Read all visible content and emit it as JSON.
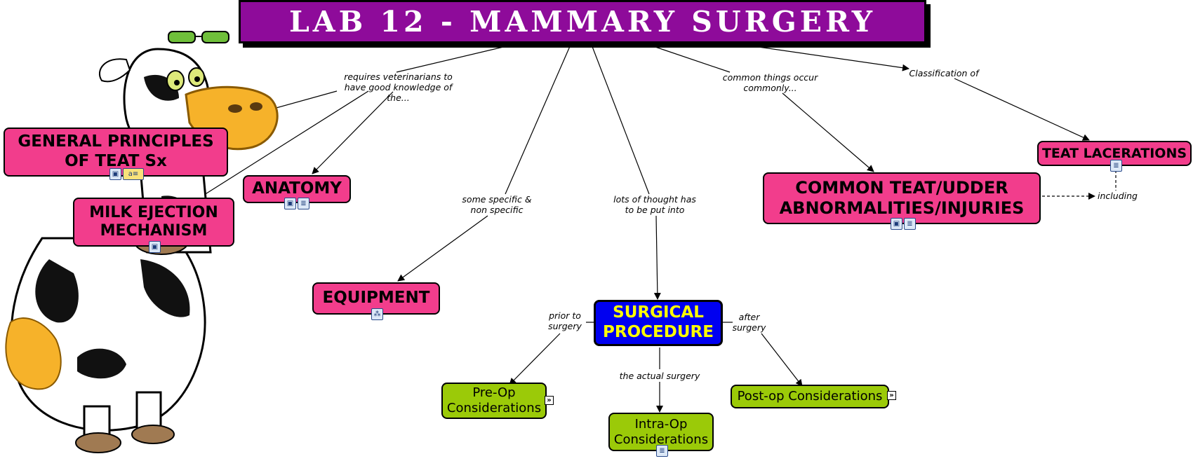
{
  "title": "LAB 12 - MAMMARY SURGERY",
  "nodes": {
    "general_principles": "GENERAL PRINCIPLES OF TEAT Sx",
    "anatomy": "ANATOMY",
    "milk_ejection": "MILK EJECTION MECHANISM",
    "equipment": "EQUIPMENT",
    "surgical_procedure": "SURGICAL PROCEDURE",
    "common_abnormalities": "COMMON TEAT/UDDER ABNORMALITIES/INJURIES",
    "teat_lacerations": "TEAT LACERATIONS",
    "pre_op": "Pre-Op Considerations",
    "intra_op": "Intra-Op Considerations",
    "post_op": "Post-op Considerations"
  },
  "links": {
    "requires": "requires veterinarians to have good knowledge of the...",
    "some_specific": "some specific & non specific",
    "lots_of_thought": "lots of thought has to be put into",
    "common_things": "common things occur commonly...",
    "classification": "Classification of",
    "including": "including",
    "prior": "prior to surgery",
    "actual": "the actual surgery",
    "after": "after surgery"
  },
  "colors": {
    "title_bg": "#8e0b9a",
    "node_pink": "#f23d8c",
    "node_blue": "#0000f0",
    "node_blue_text": "#ffff00",
    "node_green": "#9bca08"
  },
  "icons": [
    "image-icon",
    "document-icon",
    "concept-map-icon",
    "expand-icon",
    "concept-map-submap-icon"
  ]
}
